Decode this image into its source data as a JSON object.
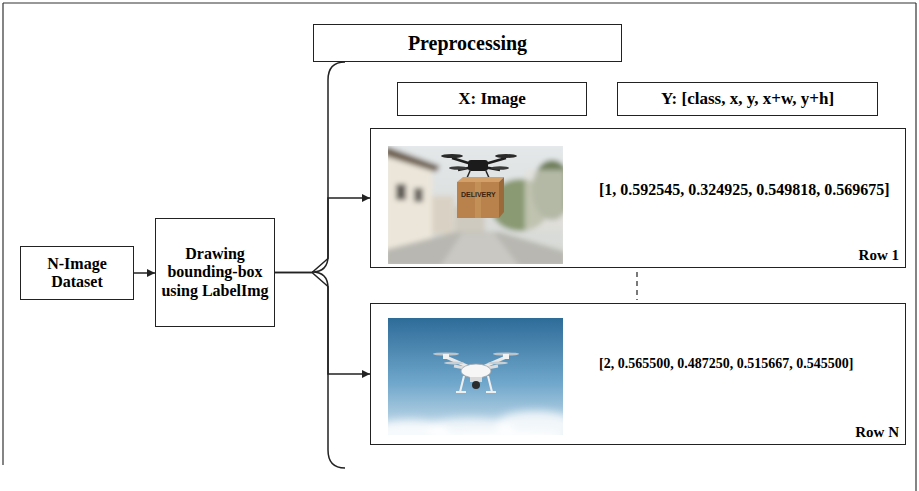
{
  "diagram": {
    "nodes": [
      {
        "text": [
          "Preprocessing"
        ]
      },
      {
        "text": [
          "N-Image Dataset"
        ]
      },
      {
        "text": [
          "Drawing bounding-box using LabelImg"
        ]
      },
      {
        "text": [
          "X: Image"
        ]
      },
      {
        "text": [
          "Y: [class, x, y, x+w, y+h]"
        ]
      },
      {
        "text": [
          "[1, 0.592545, 0.324925, 0.549818, 0.569675]",
          "Row 1"
        ]
      },
      {
        "text": [
          "[2, 0.565500, 0.487250, 0.515667, 0.545500]",
          "Row N"
        ]
      }
    ],
    "edges": [
      {
        "from": 1,
        "to": 2,
        "arrow": "to"
      },
      {
        "from": 2,
        "to": 5,
        "arrow": "to"
      },
      {
        "from": 2,
        "to": 6,
        "arrow": "to"
      }
    ],
    "labels": [
      "DELIVERY"
    ]
  }
}
